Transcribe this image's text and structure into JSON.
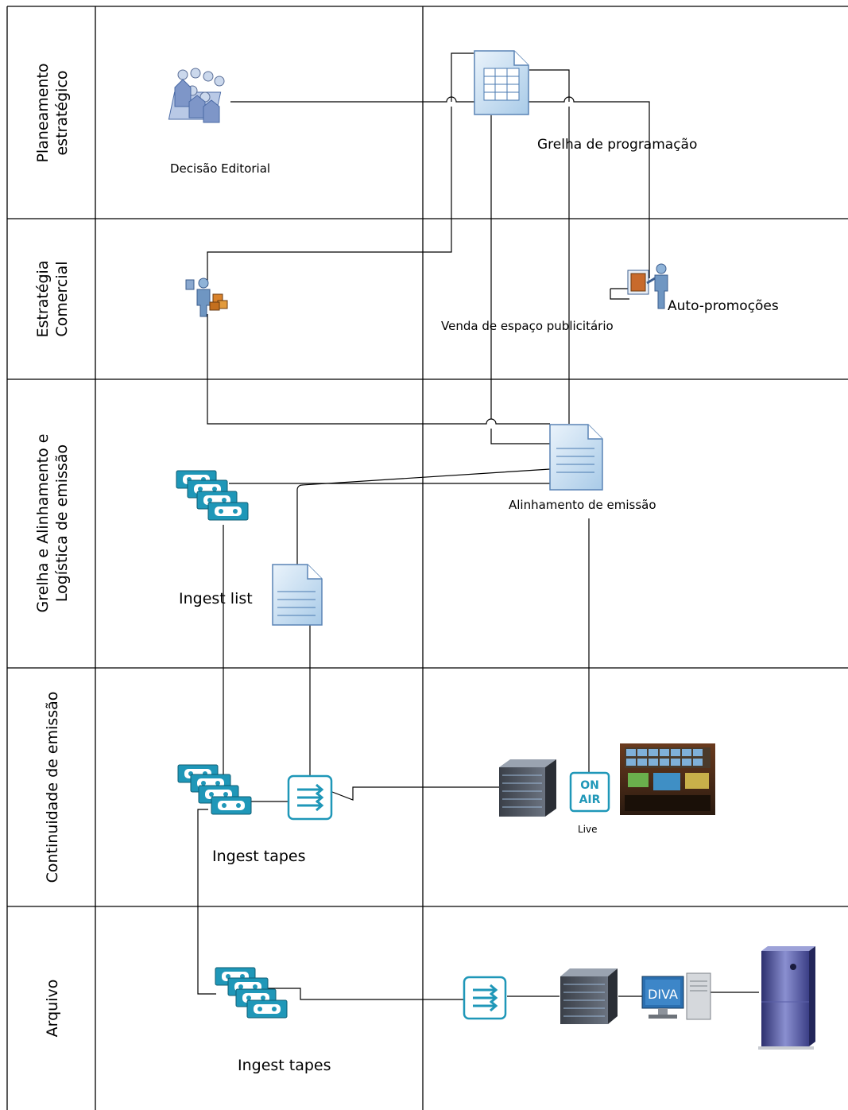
{
  "lanes": [
    {
      "label": "Planeamento\nestratégico"
    },
    {
      "label": "Estratégia\nComercial"
    },
    {
      "label": "Grelha e Alinhamento e\nLogística de emissão"
    },
    {
      "label": "Continuidade de emissão"
    },
    {
      "label": "Arquivo"
    }
  ],
  "nodes": {
    "decisao_editorial": "Decisão Editorial",
    "grelha_programacao": "Grelha de programação",
    "venda_espaco": "Venda de espaço publicitário",
    "auto_promocoes": "Auto-promoções",
    "alinhamento_emissao": "Alinhamento de emissão",
    "ingest_list": "Ingest list",
    "ingest_tapes_continuidade": "Ingest tapes",
    "live": "Live",
    "ingest_tapes_arquivo": "Ingest tapes"
  },
  "icons": {
    "on_air_line1": "ON",
    "on_air_line2": "AIR",
    "diva": "DIVA"
  }
}
